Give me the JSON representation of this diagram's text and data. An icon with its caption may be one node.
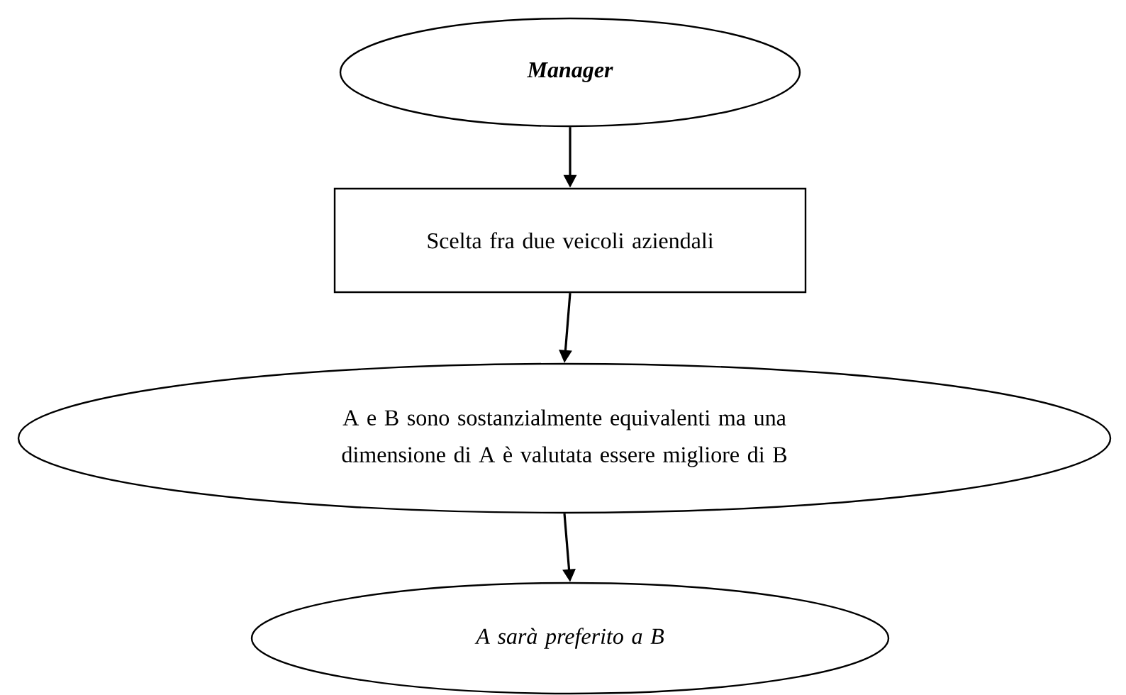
{
  "diagram": {
    "nodes": [
      {
        "text": [
          "Manager"
        ]
      },
      {
        "text": [
          "Scelta fra due veicoli aziendali"
        ]
      },
      {
        "text": [
          "A e B sono sostanzialmente equivalenti ma una dimensione di A è valutata essere migliore di B"
        ]
      },
      {
        "text": [
          "A sarà preferito a B"
        ]
      }
    ],
    "edges": [
      {
        "from": 0,
        "to": 1,
        "arrow": "to"
      },
      {
        "from": 1,
        "to": 2,
        "arrow": "to"
      },
      {
        "from": 2,
        "to": 3,
        "arrow": "to"
      }
    ]
  }
}
